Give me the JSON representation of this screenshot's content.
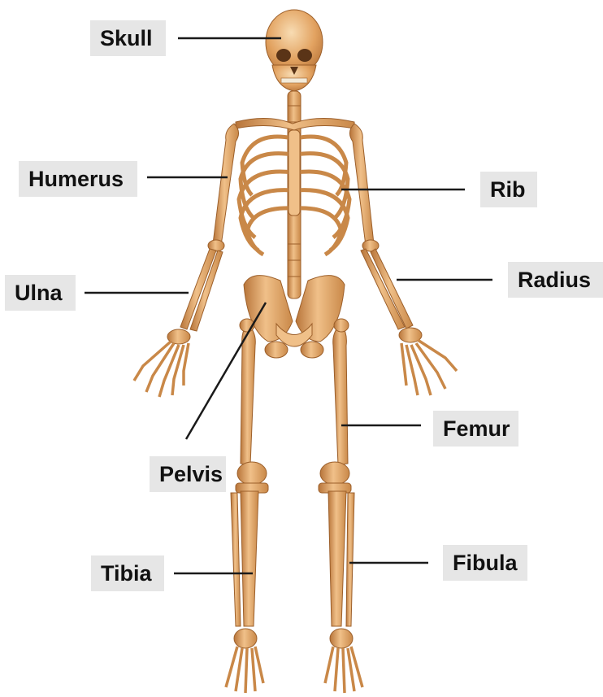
{
  "colors": {
    "bone": "#e2a260",
    "bone_shade": "#b8753a",
    "bone_highlight": "#f5d3a6",
    "cartilage": "#d8d2e0",
    "leader_line": "#1a1a1a",
    "label_background": "#e6e6e6"
  },
  "labels": {
    "skull": "Skull",
    "humerus": "Humerus",
    "rib": "Rib",
    "ulna": "Ulna",
    "radius": "Radius",
    "femur": "Femur",
    "pelvis": "Pelvis",
    "tibia": "Tibia",
    "fibula": "Fibula"
  }
}
